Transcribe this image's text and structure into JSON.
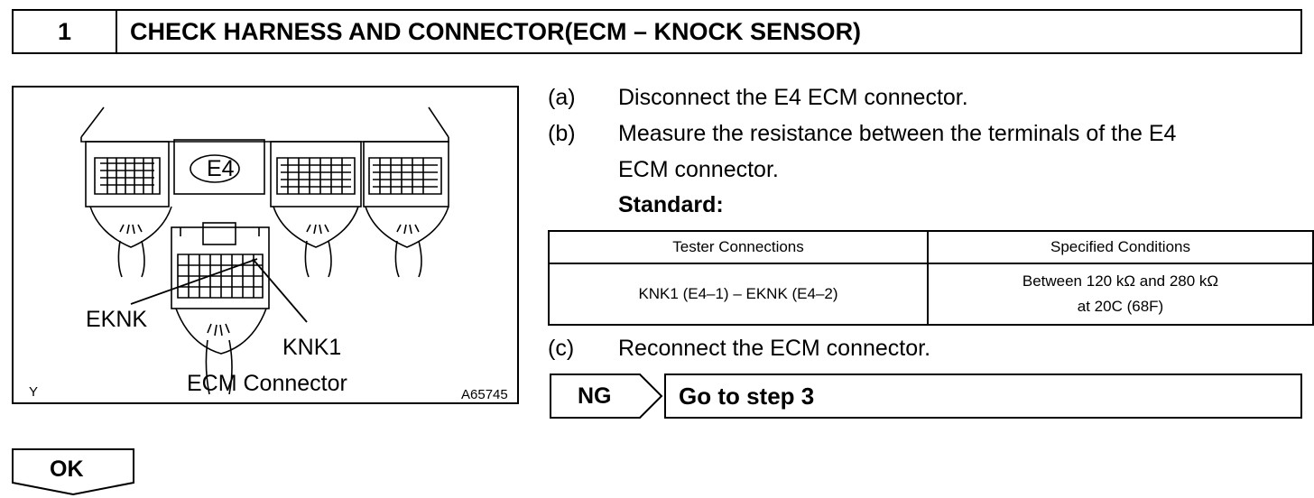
{
  "header": {
    "step_number": "1",
    "title": "CHECK HARNESS AND CONNECTOR(ECM – KNOCK SENSOR)"
  },
  "figure": {
    "connector_e4_label": "E4",
    "eknk_label": "EKNK",
    "knk1_label": "KNK1",
    "caption": "ECM Connector",
    "corner_mark": "Y",
    "figure_id": "A65745"
  },
  "steps": [
    {
      "marker": "(a)",
      "text": "Disconnect the E4 ECM connector."
    },
    {
      "marker": "(b)",
      "text": "Measure the resistance between the terminals of the E4",
      "text_cont": "ECM connector."
    },
    {
      "marker": "(c)",
      "text": "Reconnect the ECM connector."
    }
  ],
  "standard_label": "Standard:",
  "spec_table": {
    "headers": [
      "Tester Connections",
      "Specified Conditions"
    ],
    "rows": [
      {
        "connection": "KNK1 (E4–1) – EKNK (E4–2)",
        "condition_line1": "Between 120 kΩ  and 280 kΩ",
        "condition_line2": "at 20C (68F)"
      }
    ]
  },
  "ng": {
    "label": "NG",
    "action": "Go to step 3"
  },
  "ok": {
    "label": "OK"
  }
}
